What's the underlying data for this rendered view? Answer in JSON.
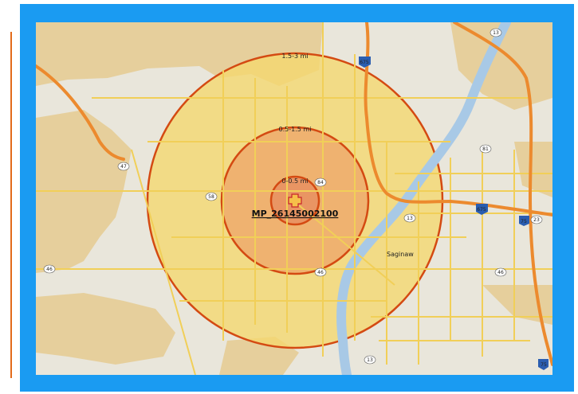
{
  "map": {
    "rings": [
      {
        "label": "1.5-3 mi"
      },
      {
        "label": "0.5-1.5 mi"
      },
      {
        "label": "0-0.5 mi"
      }
    ],
    "center_label": "MP_26145002100",
    "city": "Saginaw",
    "shields": [
      "675",
      "13",
      "81",
      "47",
      "58",
      "84",
      "13",
      "675",
      "75",
      "23",
      "46",
      "46",
      "46",
      "13",
      "75"
    ],
    "colors": {
      "frame": "#1a9bf2",
      "ring_stroke": "#d44a12",
      "outer_fill": "#f5d76e",
      "inner_fill": "#eda86a",
      "river": "#a8c9e6",
      "road_major": "#ec8a2e",
      "road_minor": "#f1cf58",
      "land_tan": "#e6cf9c"
    }
  }
}
